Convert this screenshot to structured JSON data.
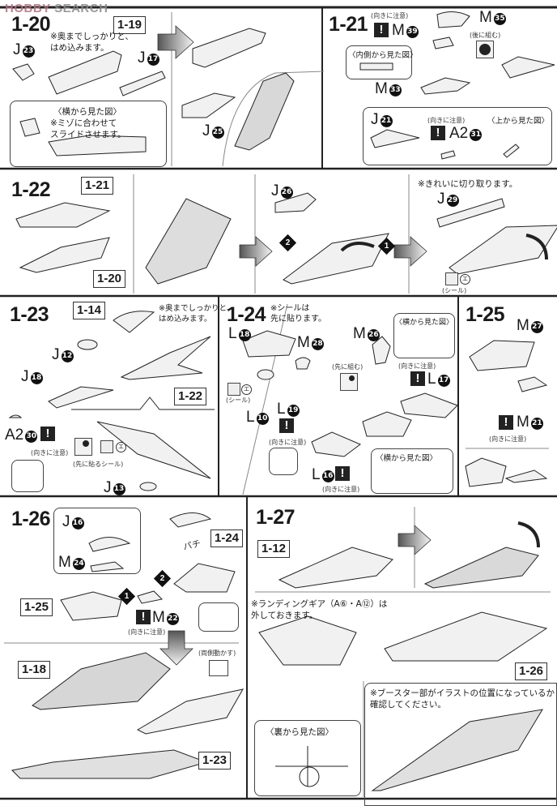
{
  "watermark": {
    "brand": "HOBBY SEARCH",
    "part1": "HOBBY",
    "part2": " SEARCH"
  },
  "caution_mark": "!",
  "colors": {
    "line": "#1a1a1a",
    "part_fill": "#e6e6e6",
    "shade": "#9a9a9a"
  },
  "steps": {
    "s20": {
      "label": "1-20",
      "ref": "1-19",
      "note": "※奥までしっかりと、\nはめ込みます。",
      "parts": [
        {
          "p": "J",
          "n": "23"
        },
        {
          "p": "J",
          "n": "17"
        },
        {
          "p": "J",
          "n": "25"
        }
      ],
      "callout_title": "〈横から見た図〉",
      "callout_note": "※ミゾに合わせて\nスライドさせます。"
    },
    "s21": {
      "label": "1-21",
      "caution1": "(向きに注意)",
      "parts": [
        {
          "p": "M",
          "n": "39"
        },
        {
          "p": "M",
          "n": "35"
        },
        {
          "p": "M",
          "n": "33"
        },
        {
          "p": "J",
          "n": "21"
        },
        {
          "p": "A2",
          "n": "31"
        }
      ],
      "later": "(後に組む)",
      "inside_view": "〈内側から見た図〉",
      "caution2": "(向きに注意)",
      "top_view": "〈上から見た図〉"
    },
    "s22": {
      "label": "1-22",
      "ref1": "1-21",
      "ref2": "1-20",
      "parts": [
        {
          "p": "J",
          "n": "26"
        },
        {
          "p": "J",
          "n": "29"
        }
      ],
      "markers": [
        "1",
        "2"
      ],
      "note": "※きれいに切り取ります。",
      "sticker": "エ",
      "sticker_label": "(シール)"
    },
    "s23": {
      "label": "1-23",
      "ref1": "1-14",
      "ref2": "1-22",
      "note": "※奥までしっかりと、\nはめ込みます。",
      "parts": [
        {
          "p": "J",
          "n": "12"
        },
        {
          "p": "J",
          "n": "18"
        },
        {
          "p": "A2",
          "n": "30"
        },
        {
          "p": "J",
          "n": "13"
        }
      ],
      "caution": "(向きに注意)",
      "sticker": "エ",
      "sticker_first": "(先に貼るシール)"
    },
    "s24": {
      "label": "1-24",
      "note": "※シールは\n先に貼ります。",
      "parts": [
        {
          "p": "L",
          "n": "18"
        },
        {
          "p": "M",
          "n": "28"
        },
        {
          "p": "L",
          "n": "10"
        },
        {
          "p": "L",
          "n": "19"
        },
        {
          "p": "M",
          "n": "26"
        },
        {
          "p": "L",
          "n": "17"
        },
        {
          "p": "L",
          "n": "16"
        }
      ],
      "sticker": "エ",
      "sticker_label": "(シール)",
      "caution1": "(向きに注意)",
      "first": "(先に組む)",
      "side_view1": "〈横から見た図〉",
      "caution2": "(向きに注意)",
      "caution3": "(向きに注意)",
      "side_view2": "〈横から見た図〉"
    },
    "s25": {
      "label": "1-25",
      "parts": [
        {
          "p": "M",
          "n": "27"
        },
        {
          "p": "M",
          "n": "21"
        }
      ],
      "caution": "(向きに注意)"
    },
    "s26": {
      "label": "1-26",
      "ref_24": "1-24",
      "ref_25": "1-25",
      "ref_18": "1-18",
      "ref_23": "1-23",
      "parts": [
        {
          "p": "J",
          "n": "16"
        },
        {
          "p": "M",
          "n": "24"
        },
        {
          "p": "M",
          "n": "22"
        }
      ],
      "snap": "パチ",
      "markers": [
        "1",
        "2"
      ],
      "caution": "(向きに注意)",
      "move_both": "(両側動かす)"
    },
    "s27": {
      "label": "1-27",
      "ref_12": "1-12",
      "ref_26": "1-26",
      "note_gear": "※ランディングギア（A⑥・A⑫）は\n外しておきます。",
      "note_booster": "※ブースター部がイラストの位置になっているか\n確認してください。",
      "rear_view": "〈裏から見た図〉"
    }
  }
}
